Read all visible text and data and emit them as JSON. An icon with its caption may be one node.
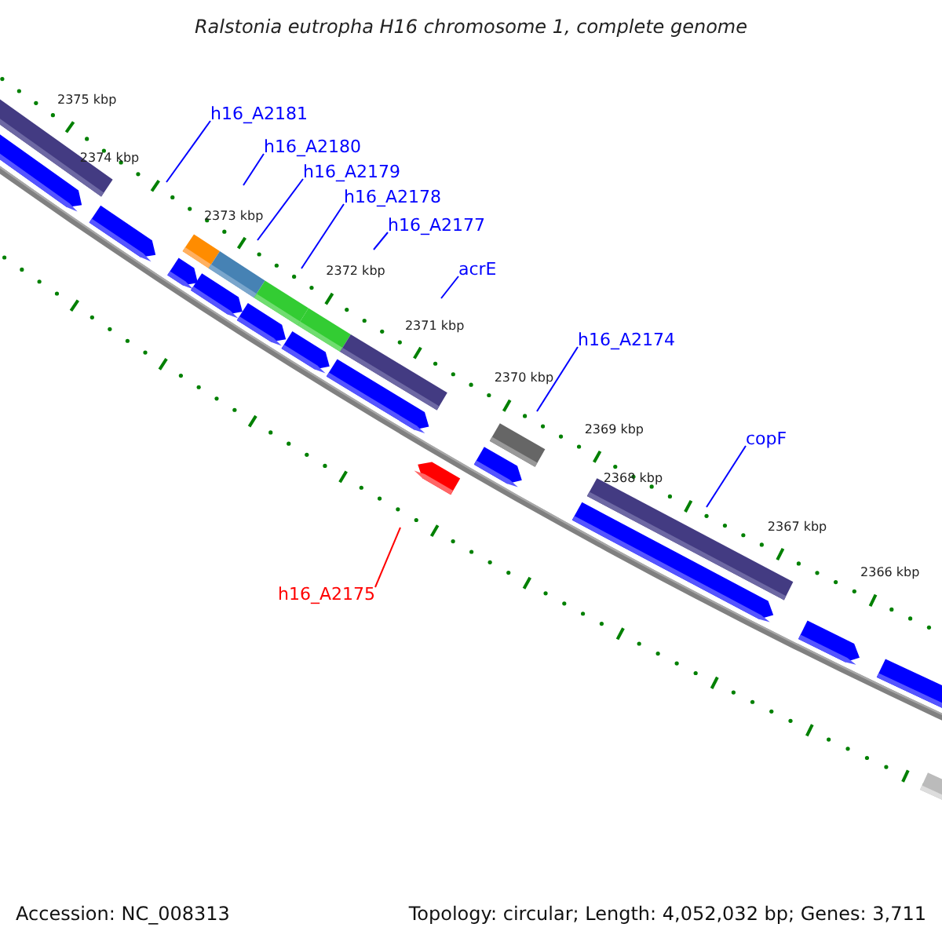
{
  "diagram": {
    "title": "Ralstonia eutropha H16 chromosome 1, complete genome",
    "nodes": [
      {
        "text": [
          "h16_A2181"
        ]
      },
      {
        "text": [
          "h16_A2180"
        ]
      },
      {
        "text": [
          "h16_A2179"
        ]
      },
      {
        "text": [
          "h16_A2178"
        ]
      },
      {
        "text": [
          "h16_A2177"
        ]
      },
      {
        "text": [
          "acrE"
        ]
      },
      {
        "text": [
          "h16_A2174"
        ]
      },
      {
        "text": [
          "copF"
        ]
      },
      {
        "text": [
          "h16_A2175"
        ]
      }
    ],
    "edges": [
      {
        "from": 0,
        "to": null,
        "arrow": "none"
      },
      {
        "from": 1,
        "to": null,
        "arrow": "none"
      },
      {
        "from": 2,
        "to": null,
        "arrow": "none"
      },
      {
        "from": 3,
        "to": null,
        "arrow": "none"
      },
      {
        "from": 4,
        "to": null,
        "arrow": "none"
      },
      {
        "from": 5,
        "to": null,
        "arrow": "none"
      },
      {
        "from": 6,
        "to": null,
        "arrow": "none"
      },
      {
        "from": 7,
        "to": null,
        "arrow": "none"
      },
      {
        "from": 8,
        "to": null,
        "arrow": "none",
        "color": "#ff0000"
      }
    ],
    "labels": [
      "2375 kbp",
      "2374 kbp",
      "2373 kbp",
      "2372 kbp",
      "2371 kbp",
      "2370 kbp",
      "2369 kbp",
      "2368 kbp",
      "2367 kbp",
      "2366 kbp",
      "Accession: NC_008313",
      "Topology: circular; Length: 4,052,032 bp; Genes: 3,711"
    ]
  }
}
